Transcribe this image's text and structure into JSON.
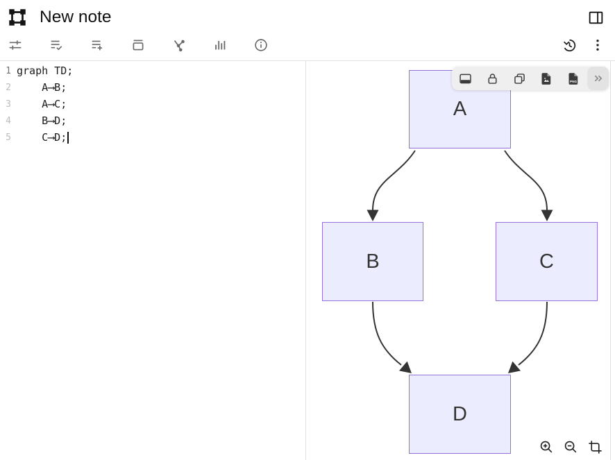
{
  "window": {
    "title": "New note"
  },
  "header": {
    "logo_icon": "frame-select-icon",
    "panel_toggle_icon": "layout-panel-right-icon"
  },
  "toolbar": {
    "items": [
      {
        "icon": "tune-sliders-icon"
      },
      {
        "icon": "list-check-icon"
      },
      {
        "icon": "list-add-icon"
      },
      {
        "icon": "archive-box-icon"
      },
      {
        "icon": "graph-nodes-icon"
      },
      {
        "icon": "bar-chart-icon"
      },
      {
        "icon": "info-icon"
      }
    ],
    "right_items": [
      {
        "icon": "history-icon"
      },
      {
        "icon": "kebab-menu-icon"
      }
    ]
  },
  "editor": {
    "lines": [
      {
        "number": "1",
        "text": "graph TD;"
      },
      {
        "number": "2",
        "text": "    A⟶B;"
      },
      {
        "number": "3",
        "text": "    A⟶C;"
      },
      {
        "number": "4",
        "text": "    B⟶D;"
      },
      {
        "number": "5",
        "text": "    C⟶D;"
      }
    ]
  },
  "diagram": {
    "type": "flowchart",
    "direction": "TD",
    "nodes": [
      {
        "id": "A",
        "label": "A"
      },
      {
        "id": "B",
        "label": "B"
      },
      {
        "id": "C",
        "label": "C"
      },
      {
        "id": "D",
        "label": "D"
      }
    ],
    "edges": [
      {
        "from": "A",
        "to": "B"
      },
      {
        "from": "A",
        "to": "C"
      },
      {
        "from": "B",
        "to": "D"
      },
      {
        "from": "C",
        "to": "D"
      }
    ],
    "colors": {
      "node_fill": "#ECECFF",
      "node_border": "#9370DB",
      "edge": "#333333"
    }
  },
  "floating_toolbar": {
    "items": [
      {
        "icon": "bottom-panel-icon"
      },
      {
        "icon": "lock-icon"
      },
      {
        "icon": "copy-icon"
      },
      {
        "icon": "export-image-icon"
      },
      {
        "icon": "export-png-icon",
        "label": "PNG"
      },
      {
        "icon": "more-chevrons-icon"
      }
    ]
  },
  "canvas_controls": {
    "items": [
      {
        "icon": "zoom-in-icon"
      },
      {
        "icon": "zoom-out-icon"
      },
      {
        "icon": "crop-icon"
      }
    ]
  }
}
